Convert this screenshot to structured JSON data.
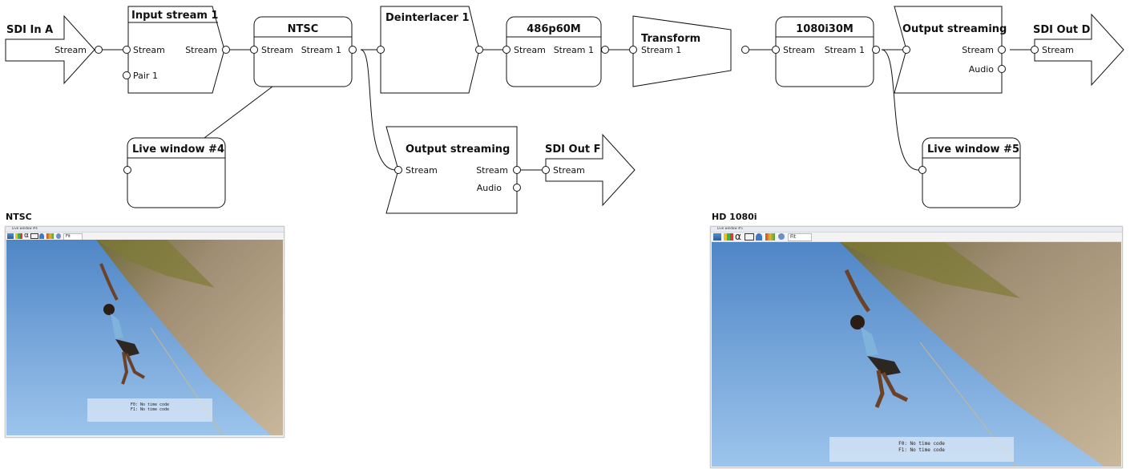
{
  "nodes": {
    "sdi_in_a": {
      "title": "SDI In A",
      "port_out": "Stream"
    },
    "input_stream_1": {
      "title": "Input stream 1",
      "port_in_1": "Stream",
      "port_in_2": "Pair 1",
      "port_out": "Stream"
    },
    "ntsc": {
      "title": "NTSC",
      "port_in": "Stream",
      "port_out": "Stream 1"
    },
    "deinterlacer_1": {
      "title": "Deinterlacer 1"
    },
    "fmt_486p60m": {
      "title": "486p60M",
      "port_in": "Stream",
      "port_out": "Stream 1"
    },
    "transform": {
      "title": "Transform",
      "port_in": "Stream 1"
    },
    "fmt_1080i30m": {
      "title": "1080i30M",
      "port_in": "Stream",
      "port_out": "Stream 1"
    },
    "output_streaming_d": {
      "title": "Output streaming",
      "port_out_1": "Stream",
      "port_out_2": "Audio"
    },
    "sdi_out_d": {
      "title": "SDI Out D",
      "port_in": "Stream"
    },
    "live_window_4": {
      "title": "Live window #4"
    },
    "output_streaming_f": {
      "title": "Output streaming",
      "port_in": "Stream",
      "port_out_1": "Stream",
      "port_out_2": "Audio"
    },
    "sdi_out_f": {
      "title": "SDI Out F",
      "port_in": "Stream"
    },
    "live_window_5": {
      "title": "Live window #5"
    }
  },
  "previews": {
    "ntsc": {
      "label": "NTSC",
      "window_title": "Live window #4",
      "timecode_f0": "F0: No time code",
      "timecode_f1": "F1: No time code",
      "zoom": "Fit"
    },
    "hd": {
      "label": "HD 1080i",
      "window_title": "Live window #5",
      "timecode_f0": "F0: No time code",
      "timecode_f1": "F1: No time code",
      "zoom": "Fit"
    }
  },
  "icons": [
    "monitor-icon",
    "color-bars-icon",
    "alpha-icon",
    "safe-area-icon",
    "scope-icon",
    "palette-icon",
    "settings-icon"
  ]
}
